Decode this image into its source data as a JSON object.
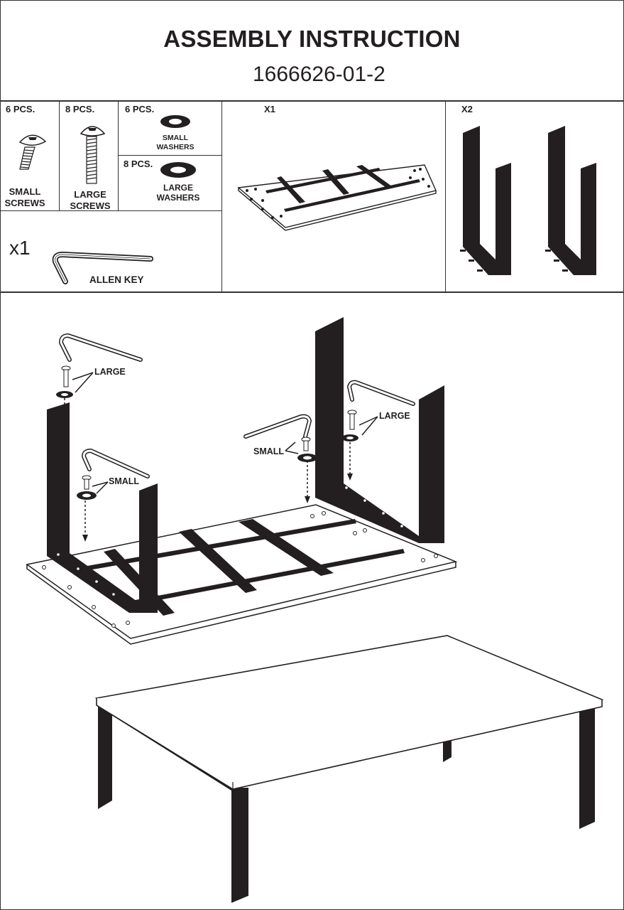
{
  "header": {
    "title": "ASSEMBLY INSTRUCTION",
    "code": "1666626-01-2"
  },
  "parts": [
    {
      "qty": "6 PCS.",
      "name_line1": "SMALL",
      "name_line2": "SCREWS",
      "icon": "small-screw-icon"
    },
    {
      "qty": "8 PCS.",
      "name_line1": "LARGE",
      "name_line2": "SCREWS",
      "icon": "large-screw-icon"
    },
    {
      "qty": "6 PCS.",
      "name_line1": "SMALL",
      "name_line2": "WASHERS",
      "icon": "small-washer-icon"
    },
    {
      "qty": "8 PCS.",
      "name_line1": "LARGE",
      "name_line2": "WASHERS",
      "icon": "large-washer-icon"
    }
  ],
  "tool": {
    "qty": "x1",
    "name": "ALLEN KEY",
    "icon": "allen-key-icon"
  },
  "components": [
    {
      "qty": "X1",
      "name": "table-top",
      "icon": "table-top-icon"
    },
    {
      "qty": "X2",
      "name": "u-leg-frame",
      "icon": "u-leg-frame-icon"
    }
  ],
  "step": {
    "callouts": [
      {
        "label": "LARGE",
        "position": "left-leg-top"
      },
      {
        "label": "SMALL",
        "position": "left-leg-inner"
      },
      {
        "label": "SMALL",
        "position": "right-leg-inner"
      },
      {
        "label": "LARGE",
        "position": "right-leg-top"
      }
    ]
  }
}
